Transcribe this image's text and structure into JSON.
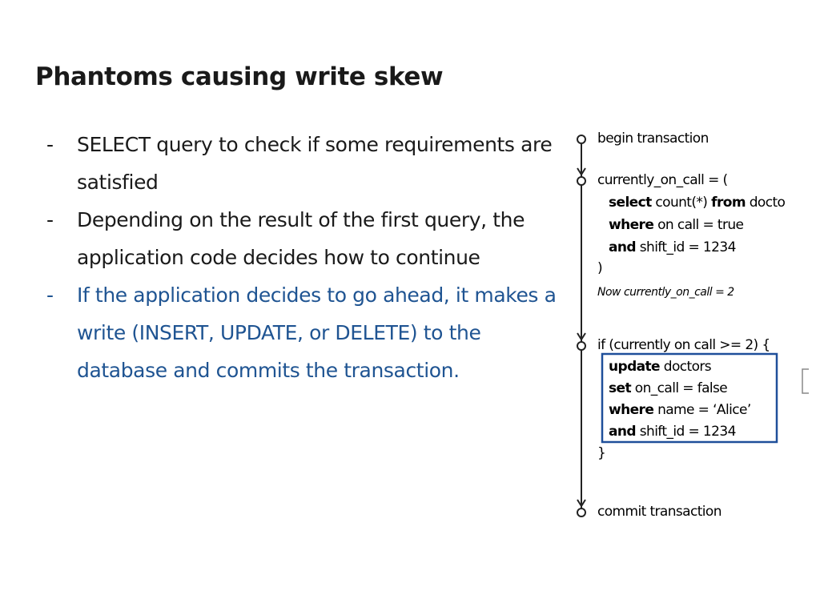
{
  "slide": {
    "title": "Phantoms causing write skew",
    "bullets": [
      {
        "dash": "-",
        "text": "SELECT query to check if some requirements are satisfied",
        "style": "normal"
      },
      {
        "dash": "-",
        "text": "Depending on the result of the first query, the application code decides how to continue",
        "style": "normal"
      },
      {
        "dash": "-",
        "text": "If the application decides to go ahead, it makes a write (INSERT, UPDATE, or DELETE) to the database and commits the transaction.",
        "style": "highlight"
      }
    ]
  },
  "diagram": {
    "begin": "begin transaction",
    "step1_open": "currently_on_call = (",
    "select_kw": "select",
    "select_rest": " count(*) ",
    "from_kw": "from",
    "from_rest": " docto",
    "where_kw": "where",
    "where_rest": " on  call = true",
    "and_kw": "and",
    "and_rest": " shift_id = 1234",
    "close1": ")",
    "note": "Now currently_on_call = 2",
    "if_line": "if (currently  on  call >= 2) {",
    "update_kw": "update",
    "update_rest": " doctors",
    "set_kw": "set",
    "set_rest": " on_call = false",
    "where2_kw": "where",
    "where2_rest": " name = ‘Alice’",
    "and2_kw": "and",
    "and2_rest": " shift_id = 1234",
    "close2": "}",
    "commit": "commit transaction"
  },
  "colors": {
    "text": "#1a1a1a",
    "highlight": "#1f5492",
    "box": "#1f4f9a"
  }
}
